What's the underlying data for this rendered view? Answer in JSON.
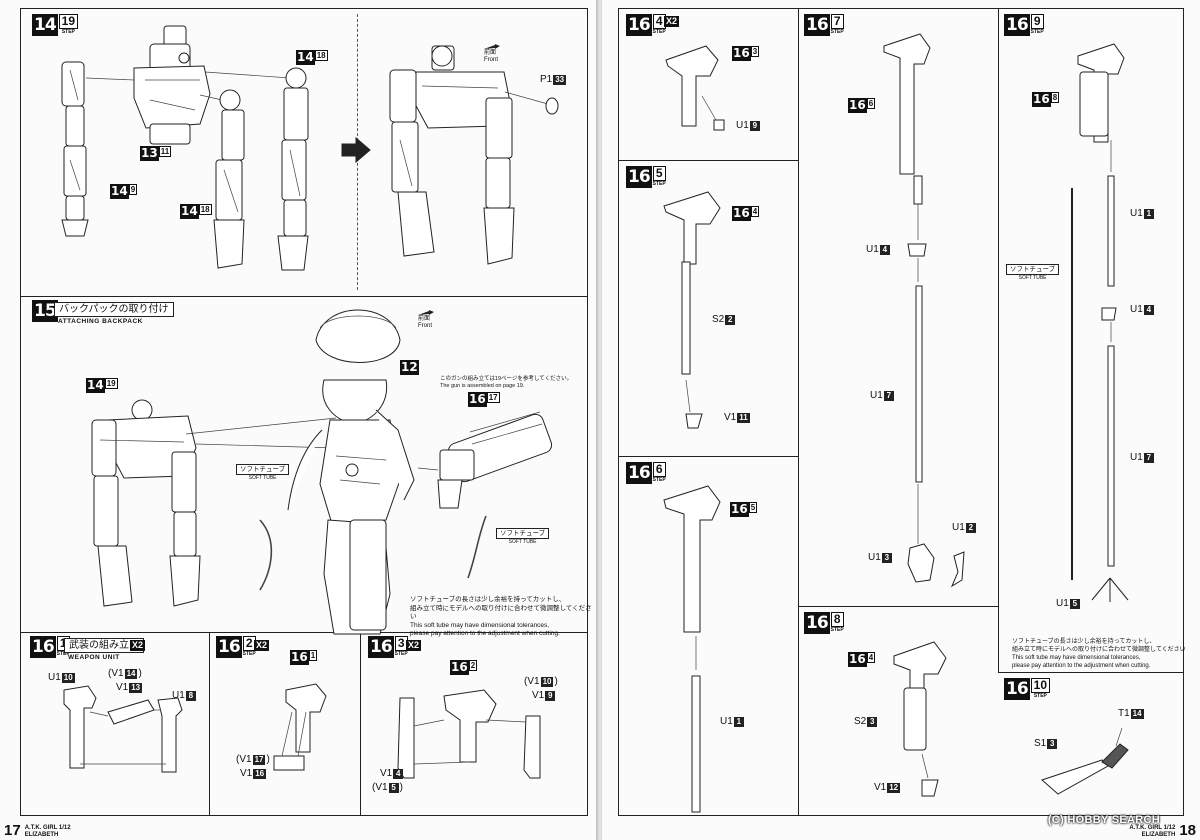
{
  "left_page": {
    "page_number": "17",
    "footer_title_line1": "A.T.K. GIRL 1/12",
    "footer_title_line2": "ELIZABETH",
    "step14": {
      "major": "14",
      "minor": "19",
      "refs": [
        {
          "major": "14",
          "minor": "18"
        },
        {
          "major": "13",
          "minor": "11"
        },
        {
          "major": "14",
          "minor": "9"
        },
        {
          "major": "14",
          "minor": "18"
        }
      ],
      "front_jp": "前面",
      "front_en": "Front",
      "part_p1": {
        "code": "P1",
        "num": "33"
      }
    },
    "step15": {
      "major": "15",
      "title_jp": "バックパックの取り付け",
      "title_en": "ATTACHING BACKPACK",
      "ref_14_19": {
        "major": "14",
        "minor": "19"
      },
      "ref_12": "12",
      "ref_16_17": {
        "major": "16",
        "minor": "17"
      },
      "front_jp": "前面",
      "front_en": "Front",
      "gun_note_jp": "このガンの組み立ては19ページを参考してください。",
      "gun_note_en": "The gun is assembled on page 19.",
      "tube_jp": "ソフトチューブ",
      "tube_en": "SOFT TUBE",
      "tube_note_jp1": "ソフトチューブの長さは少し余裕を持ってカットし、",
      "tube_note_jp2": "組み立て時にモデルへの取り付けに合わせて微調整してください",
      "tube_note_en1": "This soft tube may have dimensional tolerances,",
      "tube_note_en2": "please pay attention to the adjustment when cutting."
    },
    "step16_1": {
      "major": "16",
      "minor": "1",
      "x2": "X2",
      "title_jp": "武装の組み立て",
      "title_en": "WEAPON UNIT",
      "parts": [
        {
          "code": "U1",
          "num": "10"
        },
        {
          "code": "(V1",
          "num": "14",
          "close": ")"
        },
        {
          "code": "V1",
          "num": "13"
        },
        {
          "code": "U1",
          "num": "8"
        }
      ]
    },
    "step16_2": {
      "major": "16",
      "minor": "2",
      "x2": "X2",
      "ref": {
        "major": "16",
        "minor": "1"
      },
      "parts": [
        {
          "code": "(V1",
          "num": "17",
          "close": ")"
        },
        {
          "code": "V1",
          "num": "16"
        }
      ]
    },
    "step16_3": {
      "major": "16",
      "minor": "3",
      "x2": "X2",
      "ref": {
        "major": "16",
        "minor": "2"
      },
      "parts": [
        {
          "code": "(V1",
          "num": "10",
          "close": ")"
        },
        {
          "code": "V1",
          "num": "9"
        },
        {
          "code": "V1",
          "num": "4"
        },
        {
          "code": "(V1",
          "num": "5",
          "close": ")"
        }
      ]
    }
  },
  "right_page": {
    "page_number": "18",
    "footer_title_line1": "A.T.K. GIRL 1/12",
    "footer_title_line2": "ELIZABETH",
    "step_label": "STEP",
    "step16_4": {
      "major": "16",
      "minor": "4",
      "x2": "X2",
      "ref": {
        "major": "16",
        "minor": "3"
      },
      "parts": [
        {
          "code": "U1",
          "num": "9"
        }
      ]
    },
    "step16_5": {
      "major": "16",
      "minor": "5",
      "ref": {
        "major": "16",
        "minor": "4"
      },
      "parts": [
        {
          "code": "S2",
          "num": "2"
        },
        {
          "code": "V1",
          "num": "11"
        }
      ]
    },
    "step16_6": {
      "major": "16",
      "minor": "6",
      "ref": {
        "major": "16",
        "minor": "5"
      },
      "parts": [
        {
          "code": "U1",
          "num": "1"
        }
      ]
    },
    "step16_7": {
      "major": "16",
      "minor": "7",
      "ref": {
        "major": "16",
        "minor": "6"
      },
      "parts": [
        {
          "code": "U1",
          "num": "4"
        },
        {
          "code": "U1",
          "num": "7"
        },
        {
          "code": "U1",
          "num": "2"
        },
        {
          "code": "U1",
          "num": "3"
        }
      ]
    },
    "step16_8": {
      "major": "16",
      "minor": "8",
      "ref": {
        "major": "16",
        "minor": "4"
      },
      "parts": [
        {
          "code": "S2",
          "num": "3"
        },
        {
          "code": "V1",
          "num": "12"
        }
      ]
    },
    "step16_9": {
      "major": "16",
      "minor": "9",
      "ref": {
        "major": "16",
        "minor": "8"
      },
      "parts": [
        {
          "code": "U1",
          "num": "1"
        },
        {
          "code": "U1",
          "num": "4"
        },
        {
          "code": "U1",
          "num": "7"
        },
        {
          "code": "U1",
          "num": "5"
        }
      ],
      "tube_jp": "ソフトチューブ",
      "tube_en": "SOFT TUBE",
      "tube_note_jp1": "ソフトチューブの長さは少し余裕を持ってカットし、",
      "tube_note_jp2": "組み立て時にモデルへの取り付けに合わせて微調整してください",
      "tube_note_en1": "This soft tube may have dimensional tolerances,",
      "tube_note_en2": "please pay attention to the adjustment when cutting."
    },
    "step16_10": {
      "major": "16",
      "minor": "10",
      "parts": [
        {
          "code": "T1",
          "num": "14"
        },
        {
          "code": "S1",
          "num": "3"
        }
      ]
    },
    "watermark": "(C) HOBBY SEARCH"
  }
}
